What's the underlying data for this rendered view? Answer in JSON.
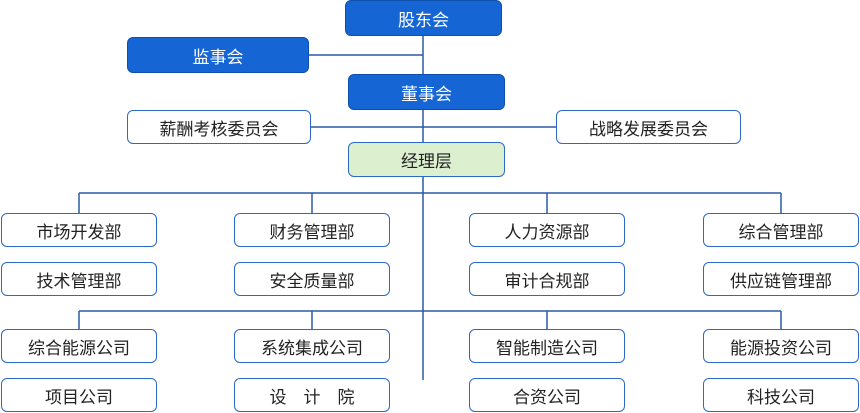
{
  "org": {
    "shareholders": "股东会",
    "supervisors": "监事会",
    "board": "董事会",
    "compensation_committee": "薪酬考核委员会",
    "strategy_committee": "战略发展委员会",
    "management": "经理层",
    "departments": {
      "marketing": "市场开发部",
      "finance": "财务管理部",
      "hr": "人力资源部",
      "general": "综合管理部",
      "technology": "技术管理部",
      "safety_quality": "安全质量部",
      "audit": "审计合规部",
      "supply_chain": "供应链管理部"
    },
    "companies": {
      "energy": "综合能源公司",
      "integration": "系统集成公司",
      "manufacturing": "智能制造公司",
      "investment": "能源投资公司",
      "project": "项目公司",
      "design": "设　计　院",
      "joint_venture": "合资公司",
      "tech": "科技公司"
    }
  },
  "colors": {
    "primary": "#1565d4",
    "outline": "#2b69c8",
    "manager_fill": "#dcefcf",
    "line": "#2b5aa8"
  }
}
